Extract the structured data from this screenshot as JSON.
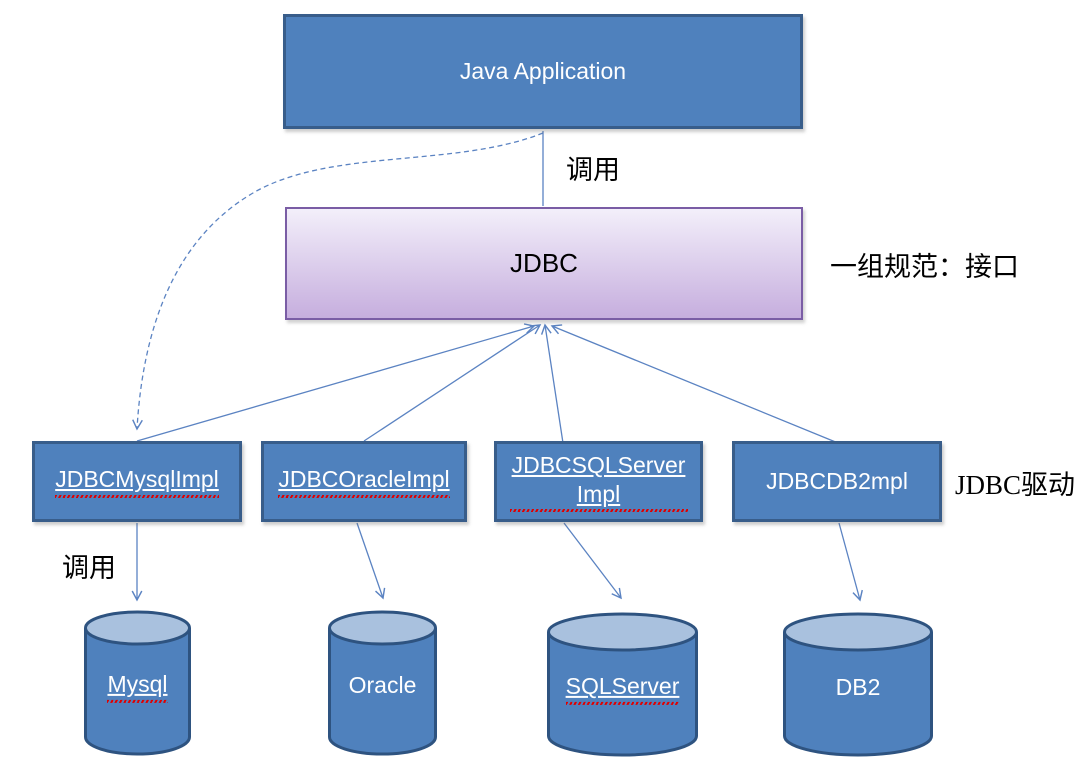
{
  "diagram": {
    "nodes": {
      "java_app": {
        "label": "Java Application"
      },
      "jdbc": {
        "label": "JDBC"
      },
      "impls": [
        {
          "label": "JDBCMysqlImpl",
          "spellcheck_underline": true
        },
        {
          "label": "JDBCOracleImpl",
          "spellcheck_underline": true
        },
        {
          "label": "JDBCSQLServerImpl",
          "spellcheck_underline": true
        },
        {
          "label": "JDBCDB2mpl",
          "spellcheck_underline": false
        }
      ],
      "databases": [
        {
          "label": "Mysql",
          "spellcheck_underline": true
        },
        {
          "label": "Oracle",
          "spellcheck_underline": false
        },
        {
          "label": "SQLServer",
          "spellcheck_underline": true
        },
        {
          "label": "DB2",
          "spellcheck_underline": false
        }
      ]
    },
    "annotations": {
      "call_top": "调用",
      "jdbc_note": "一组规范：接口",
      "driver_note": "JDBC驱动",
      "call_bottom": "调用"
    },
    "edges": [
      {
        "from": "java-application",
        "to": "jdbc",
        "style": "solid-line",
        "label": "调用"
      },
      {
        "from": "java-application",
        "to": "jdbc-mysql-impl",
        "style": "dashed-arrow"
      },
      {
        "from": "jdbc-mysql-impl",
        "to": "jdbc",
        "style": "arrow"
      },
      {
        "from": "jdbc-oracle-impl",
        "to": "jdbc",
        "style": "arrow"
      },
      {
        "from": "jdbc-sqlserver-impl",
        "to": "jdbc",
        "style": "arrow"
      },
      {
        "from": "jdbc-db2-impl",
        "to": "jdbc",
        "style": "arrow"
      },
      {
        "from": "jdbc-mysql-impl",
        "to": "mysql",
        "style": "arrow",
        "label": "调用"
      },
      {
        "from": "jdbc-oracle-impl",
        "to": "oracle",
        "style": "arrow"
      },
      {
        "from": "jdbc-sqlserver-impl",
        "to": "sqlserver",
        "style": "arrow"
      },
      {
        "from": "jdbc-db2-impl",
        "to": "db2",
        "style": "arrow"
      }
    ],
    "colors": {
      "node_fill": "#4f81bd",
      "node_border": "#385d8a",
      "cylinder_top_fill": "#a9c1de",
      "cylinder_border": "#2e5380",
      "jdbc_fill_top": "#f3effa",
      "jdbc_fill_bottom": "#c6aede",
      "jdbc_border": "#7a5da5",
      "connector": "#5b83c2",
      "spellcheck_wave": "#e00000",
      "text_on_blue": "#ffffff",
      "text_dark": "#000000"
    }
  }
}
